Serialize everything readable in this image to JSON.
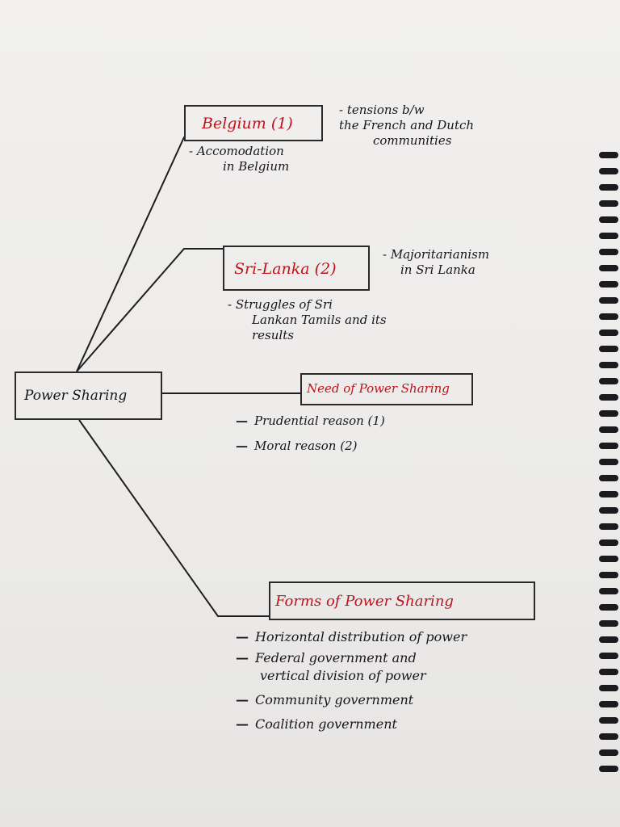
{
  "root": {
    "label": "Power Sharing"
  },
  "nodes": {
    "belgium": {
      "label": "Belgium (1)"
    },
    "srilanka": {
      "label": "Sri-Lanka (2)"
    },
    "need": {
      "label": "Need of Power Sharing"
    },
    "forms": {
      "label": "Forms of Power Sharing"
    }
  },
  "notes": {
    "belgium_right": [
      "- tensions b/w",
      "the French and Dutch",
      "communities"
    ],
    "belgium_below": [
      "- Accomodation",
      "in Belgium"
    ],
    "srilanka_right": [
      "- Majoritarianism",
      "in Sri Lanka"
    ],
    "srilanka_below": [
      "- Struggles of Sri",
      "Lankan Tamils and its",
      "results"
    ],
    "need_items": [
      "Prudential reason (1)",
      "Moral reason (2)"
    ],
    "forms_items": [
      "Horizontal distribution of power",
      "Federal government and",
      "vertical division of power",
      "Community government",
      "Coalition government"
    ]
  },
  "colors": {
    "ink": "#15151c",
    "red": "#c0121a",
    "paper": "#ecebea"
  }
}
